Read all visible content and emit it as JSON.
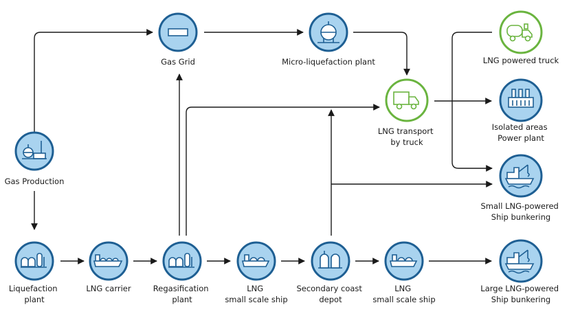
{
  "colors": {
    "node_fill": "#a9d3ef",
    "node_stroke": "#1e5f93",
    "truck_stroke": "#6ab43f",
    "arrow": "#1a1a1a"
  },
  "nodes": {
    "gas_production": {
      "label": [
        "Gas Production"
      ],
      "icon": "gas-production-icon"
    },
    "gas_grid": {
      "label": [
        "Gas Grid"
      ],
      "icon": "pipeline-icon"
    },
    "micro_liquefaction": {
      "label": [
        "Micro-liquefaction plant"
      ],
      "icon": "spherical-tank-icon"
    },
    "lng_transport_truck": {
      "label": [
        "LNG transport",
        "by truck"
      ],
      "icon": "truck-icon"
    },
    "lng_powered_truck": {
      "label": [
        "LNG powered truck"
      ],
      "icon": "lng-truck-icon"
    },
    "isolated_power_plant": {
      "label": [
        "Isolated areas",
        "Power plant"
      ],
      "icon": "power-plant-icon"
    },
    "small_ship_bunkering": {
      "label": [
        "Small LNG-powered",
        "Ship bunkering"
      ],
      "icon": "bunkering-ship-icon"
    },
    "liquefaction_plant": {
      "label": [
        "Liquefaction",
        "plant"
      ],
      "icon": "liquefaction-tanks-icon"
    },
    "lng_carrier": {
      "label": [
        "LNG carrier"
      ],
      "icon": "lng-carrier-ship-icon"
    },
    "regasification_plant": {
      "label": [
        "Regasification",
        "plant"
      ],
      "icon": "regasification-tanks-icon"
    },
    "small_scale_ship_1": {
      "label": [
        "LNG",
        "small scale ship"
      ],
      "icon": "small-ship-icon"
    },
    "secondary_coast_depot": {
      "label": [
        "Secondary coast",
        "depot"
      ],
      "icon": "depot-tanks-icon"
    },
    "small_scale_ship_2": {
      "label": [
        "LNG",
        "small scale ship"
      ],
      "icon": "small-ship-icon"
    },
    "large_ship_bunkering": {
      "label": [
        "Large LNG-powered",
        "Ship bunkering"
      ],
      "icon": "bunkering-ship-icon"
    }
  }
}
